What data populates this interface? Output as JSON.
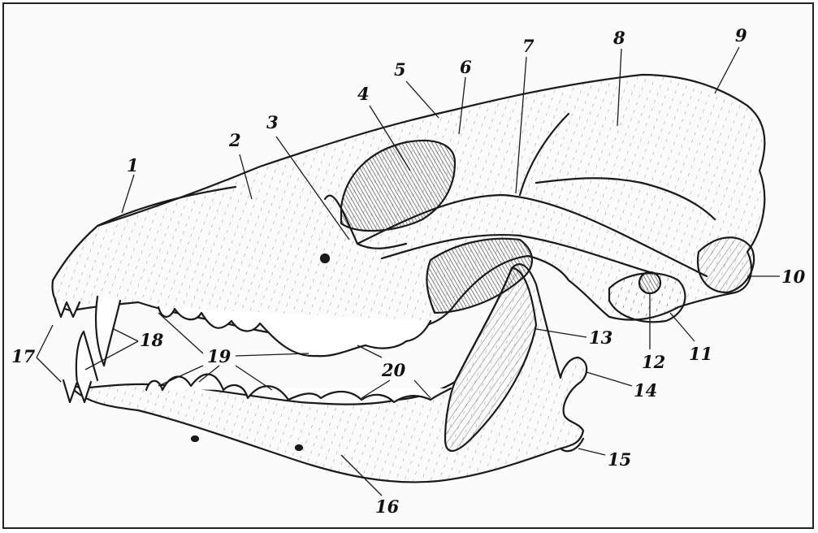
{
  "figure": {
    "subject": "skull-lateral-view",
    "colors": {
      "ink": "#1a1a1a",
      "paper": "#fbfbfb",
      "frame": "#222222"
    }
  },
  "labels": {
    "l1": "1",
    "l2": "2",
    "l3": "3",
    "l4": "4",
    "l5": "5",
    "l6": "6",
    "l7": "7",
    "l8": "8",
    "l9": "9",
    "l10": "10",
    "l11": "11",
    "l12": "12",
    "l13": "13",
    "l14": "14",
    "l15": "15",
    "l16": "16",
    "l17": "17",
    "l18": "18",
    "l19": "19",
    "l20": "20"
  }
}
